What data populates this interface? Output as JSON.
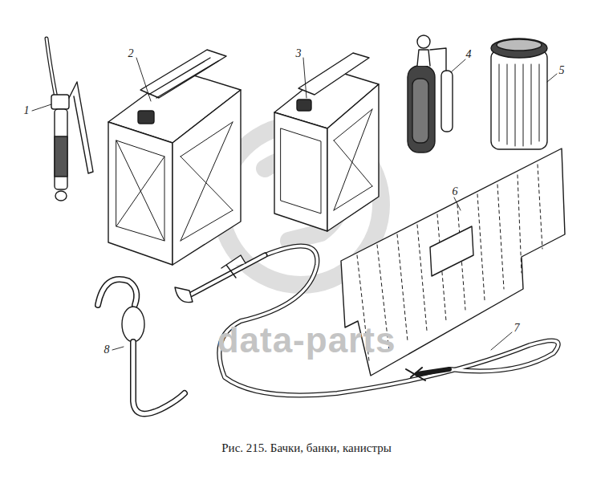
{
  "diagram": {
    "caption": "Рис. 215. Бачки, банки, канистры",
    "labels": [
      "1",
      "2",
      "3",
      "4",
      "5",
      "6",
      "7",
      "8",
      "data-parts"
    ]
  }
}
